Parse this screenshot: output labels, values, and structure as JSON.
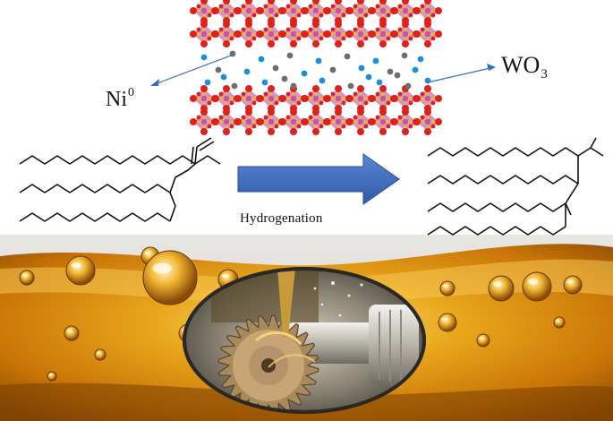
{
  "labels": {
    "ni_base": "Ni",
    "ni_sup": "0",
    "wo_base": "WO",
    "wo_sub": "3",
    "process": "Hydrogenation"
  },
  "colors": {
    "tungsten_atom": "#e8c21a",
    "oxygen_atom": "#e0201a",
    "nickel_atom": "#6e6e6e",
    "wo3_dot": "#1a8fe0",
    "arrow_fill": "#3f6fc4",
    "oil_gold": "#d48a08"
  },
  "icons": {
    "catalyst": "crystal-lattice-structure",
    "pointer": "thin-blue-arrow",
    "reaction": "right-arrow",
    "machine": "gear-machinery-photo"
  }
}
